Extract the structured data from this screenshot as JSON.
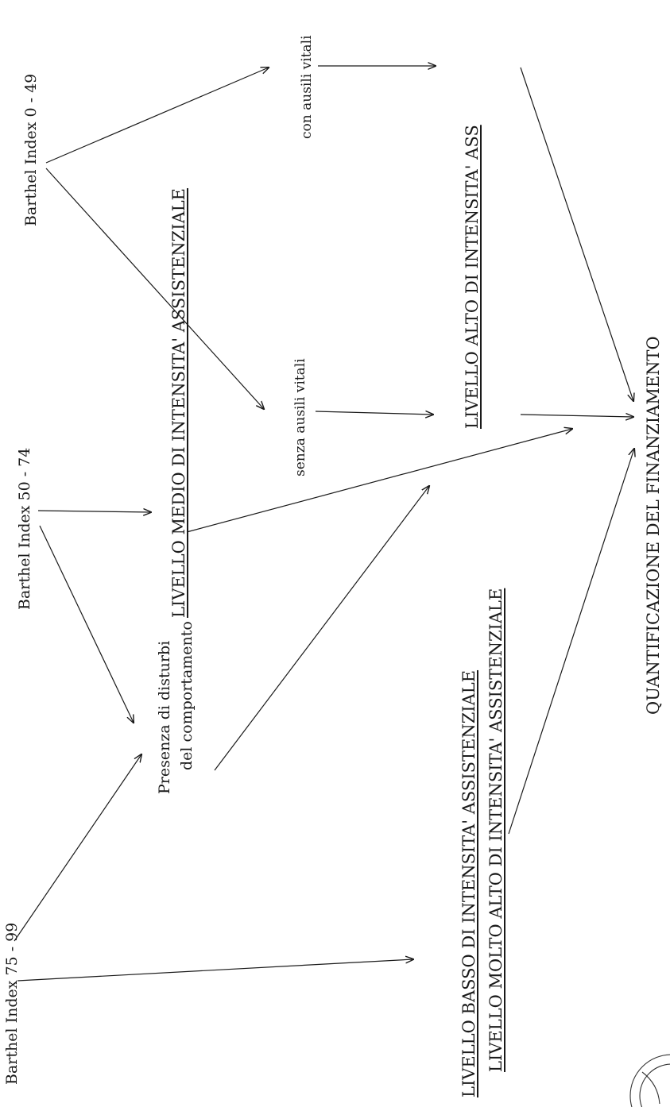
{
  "nodes": {
    "barthel_0_49": "Barthel Index 0 - 49",
    "barthel_50_74": "Barthel Index 50 - 74",
    "barthel_75_99": "Barthel Index 75 - 99",
    "con_ausili": "con ausili vitali",
    "senza_ausili": "senza ausili vitali",
    "disturbi_line1": "Presenza di disturbi",
    "disturbi_line2": "del comportamento",
    "livello_medio": "LIVELLO MEDIO DI INTENSITA' ASSISTENZIALE",
    "livello_alto": "LIVELLO    ALTO    DI    INTENSITA'    ASS",
    "livello_basso": "LIVELLO BASSO DI INTENSITA' ASSISTENZIALE",
    "livello_molto_alto": "LIVELLO MOLTO ALTO DI INTENSITA' ASSISTENZIALE",
    "quantificazione": "QUANTIFICAZIONE DEL FINANZIAMENTO"
  }
}
